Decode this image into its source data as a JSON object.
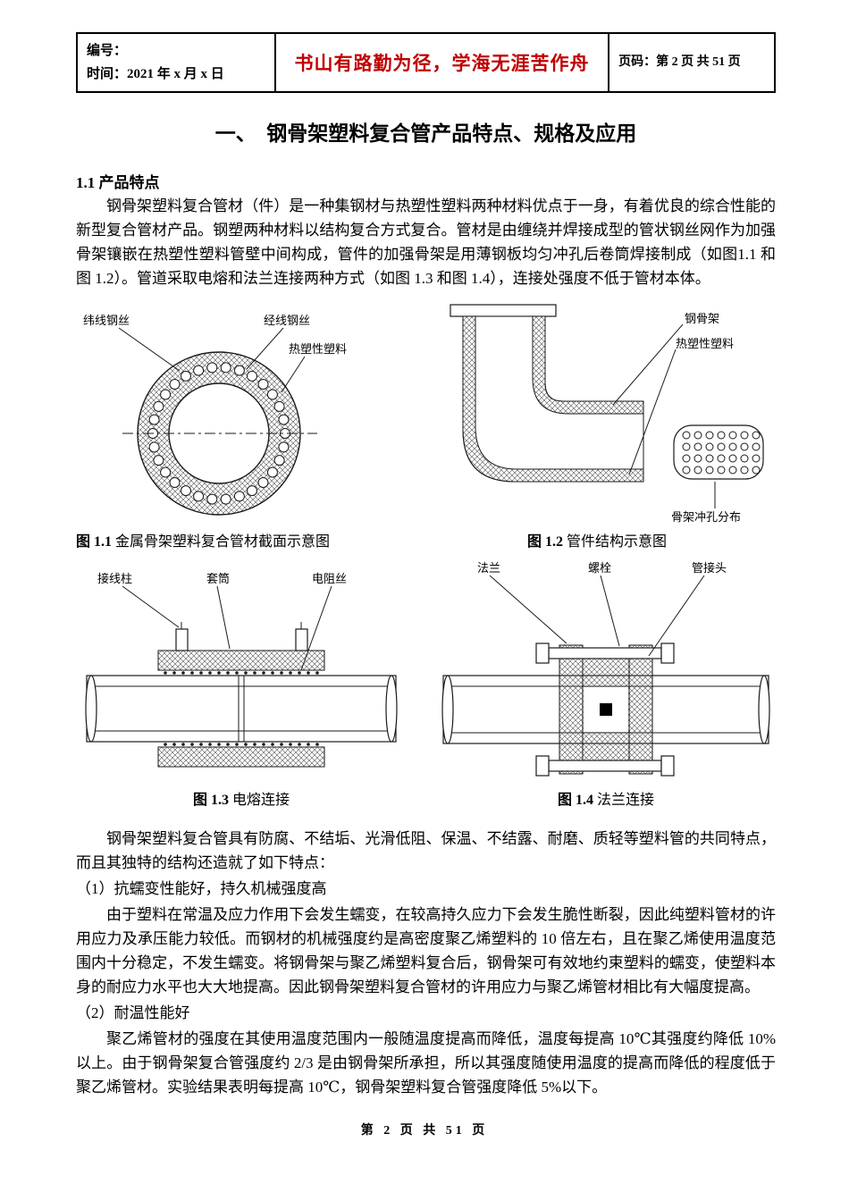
{
  "colors": {
    "accent_red": "#c00000"
  },
  "header": {
    "number": "编号：",
    "time": "时间：2021 年 x 月 x 日",
    "motto": "书山有路勤为径，学海无涯苦作舟",
    "page": "页码：第 2 页  共 51 页"
  },
  "title": "一、　钢骨架塑料复合管产品特点、规格及应用",
  "content": {
    "h11": "1.1 产品特点",
    "p1": "钢骨架塑料复合管材（件）是一种集钢材与热塑性塑料两种材料优点于一身，有着优良的综合性能的新型复合管材产品。钢塑两种材料以结构复合方式复合。管材是由缠绕并焊接成型的管状钢丝网作为加强骨架镶嵌在热塑性塑料管壁中间构成，管件的加强骨架是用薄钢板均匀冲孔后卷筒焊接制成（如图1.1 和图 1.2）。管道采取电熔和法兰连接两种方式（如图 1.3 和图 1.4），连接处强度不低于管材本体。",
    "p2": "钢骨架塑料复合管具有防腐、不结垢、光滑低阻、保温、不结露、耐磨、质轻等塑料管的共同特点，而且其独特的结构还造就了如下特点：",
    "pt1_title": "（1）抗蠕变性能好，持久机械强度高",
    "pt1_body": "由于塑料在常温及应力作用下会发生蠕变，在较高持久应力下会发生脆性断裂，因此纯塑料管材的许用应力及承压能力较低。而钢材的机械强度约是高密度聚乙烯塑料的 10 倍左右，且在聚乙烯使用温度范围内十分稳定，不发生蠕变。将钢骨架与聚乙烯塑料复合后，钢骨架可有效地约束塑料的蠕变，使塑料本身的耐应力水平也大大地提高。因此钢骨架塑料复合管材的许用应力与聚乙烯管材相比有大幅度提高。",
    "pt2_title": "（2）耐温性能好",
    "pt2_body": "聚乙烯管材的强度在其使用温度范围内一般随温度提高而降低，温度每提高 10℃其强度约降低 10%以上。由于钢骨架复合管强度约 2/3 是由钢骨架所承担，所以其强度随使用温度的提高而降低的程度低于聚乙烯管材。实验结果表明每提高 10℃，钢骨架塑料复合管强度降低 5%以下。"
  },
  "figures": {
    "fig11": {
      "label_weft": "纬线钢丝",
      "label_warp": "经线钢丝",
      "label_plastic": "热塑性塑料",
      "caption_label": "图 1.1",
      "caption_text": " 金属骨架塑料复合管材截面示意图"
    },
    "fig12": {
      "label_skeleton": "钢骨架",
      "label_plastic": "热塑性塑料",
      "label_holes": "骨架冲孔分布",
      "caption_label": "图 1.2",
      "caption_text": " 管件结构示意图"
    },
    "fig13": {
      "label_terminal": "接线柱",
      "label_sleeve": "套筒",
      "label_wire": "电阻丝",
      "caption_label": "图 1.3",
      "caption_text": " 电熔连接"
    },
    "fig14": {
      "label_flange": "法兰",
      "label_bolt": "螺栓",
      "label_joint": "管接头",
      "caption_label": "图 1.4",
      "caption_text": " 法兰连接"
    }
  },
  "footer": "第 2 页 共 51 页"
}
